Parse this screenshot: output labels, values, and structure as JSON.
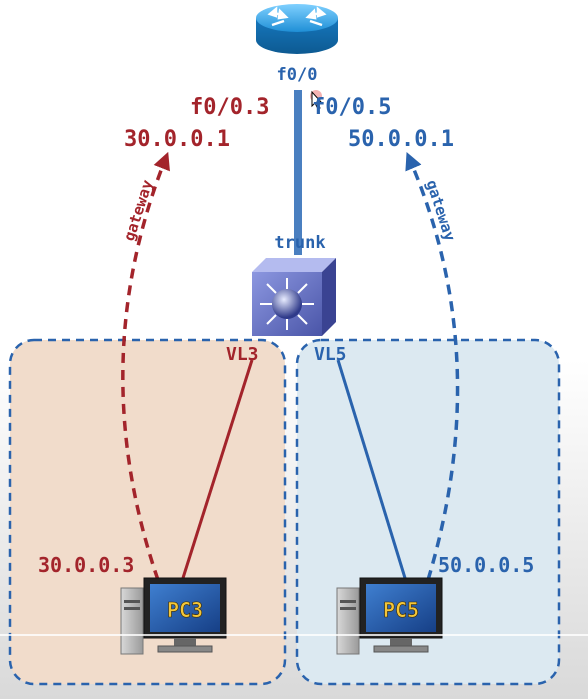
{
  "router": {
    "interface": "f0/0"
  },
  "subinterfaces": {
    "left": "f0/0.3",
    "right": "f0/0.5"
  },
  "gateways": {
    "left_ip": "30.0.0.1",
    "right_ip": "50.0.0.1",
    "label": "gateway"
  },
  "link": {
    "label": "trunk"
  },
  "vlans": {
    "left": "VL3",
    "right": "VL5"
  },
  "hosts": [
    {
      "name": "PC3",
      "ip": "30.0.0.3"
    },
    {
      "name": "PC5",
      "ip": "50.0.0.5"
    }
  ],
  "colors": {
    "red": "#a3242b",
    "blue": "#2a63ad",
    "vlan3_fill": "#f1dccb",
    "vlan5_fill": "#dce9f1",
    "pc_label": "#f3c63a"
  }
}
